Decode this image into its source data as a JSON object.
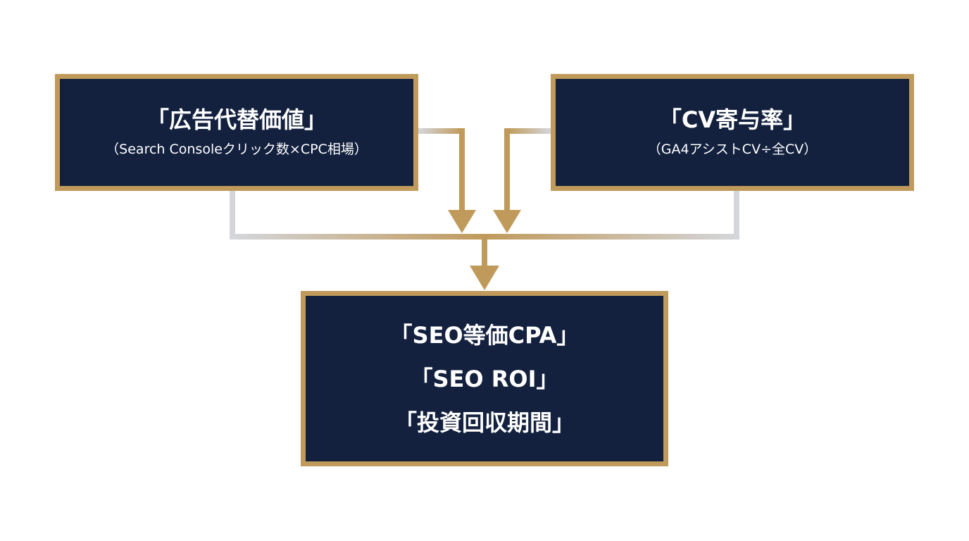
{
  "nodes": {
    "left": {
      "title": "「広告代替価値」",
      "subtitle": "（Search Consoleクリック数×CPC相場）"
    },
    "right": {
      "title": "「CV寄与率」",
      "subtitle": "（GA4アシストCV÷全CV）"
    },
    "bottom": {
      "lines": [
        "「SEO等価CPA」",
        "「SEO ROI」",
        "「投資回収期間」"
      ]
    }
  },
  "colors": {
    "box_fill": "#13213f",
    "box_border": "#c09a5b",
    "connector_gold": "#c09a5b",
    "connector_gray": "#d4d6db",
    "text": "#ffffff",
    "background": "#ffffff"
  }
}
